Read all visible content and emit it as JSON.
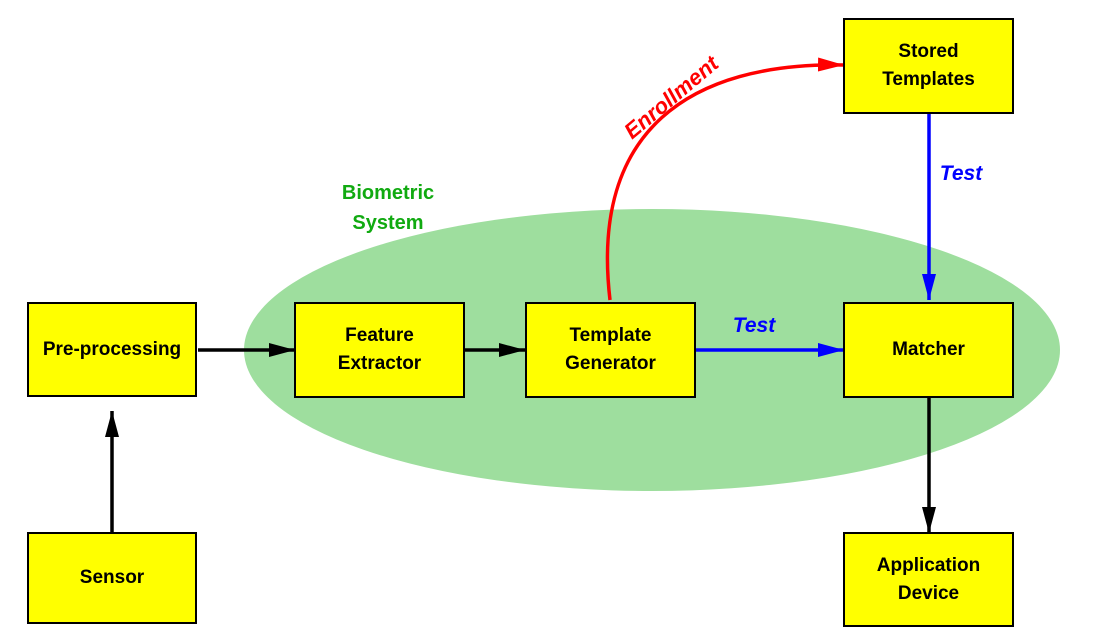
{
  "colors": {
    "node_fill": "#ffff00",
    "node_border": "#000000",
    "system_fill": "#9ede9e",
    "system_label": "#11aa11",
    "arrow_default": "#000000",
    "arrow_test": "#0000ff",
    "arrow_enrollment": "#ff0000"
  },
  "system": {
    "label_line1": "Biometric",
    "label_line2": "System"
  },
  "nodes": {
    "sensor": {
      "line1": "Sensor"
    },
    "preprocessing": {
      "line1": "Pre-processing"
    },
    "feature_extractor": {
      "line1": "Feature",
      "line2": "Extractor"
    },
    "template_generator": {
      "line1": "Template",
      "line2": "Generator"
    },
    "matcher": {
      "line1": "Matcher"
    },
    "stored_templates": {
      "line1": "Stored",
      "line2": "Templates"
    },
    "application_device": {
      "line1": "Application",
      "line2": "Device"
    }
  },
  "edges": {
    "enrollment_label": "Enrollment",
    "test_label_horizontal": "Test",
    "test_label_vertical": "Test"
  }
}
